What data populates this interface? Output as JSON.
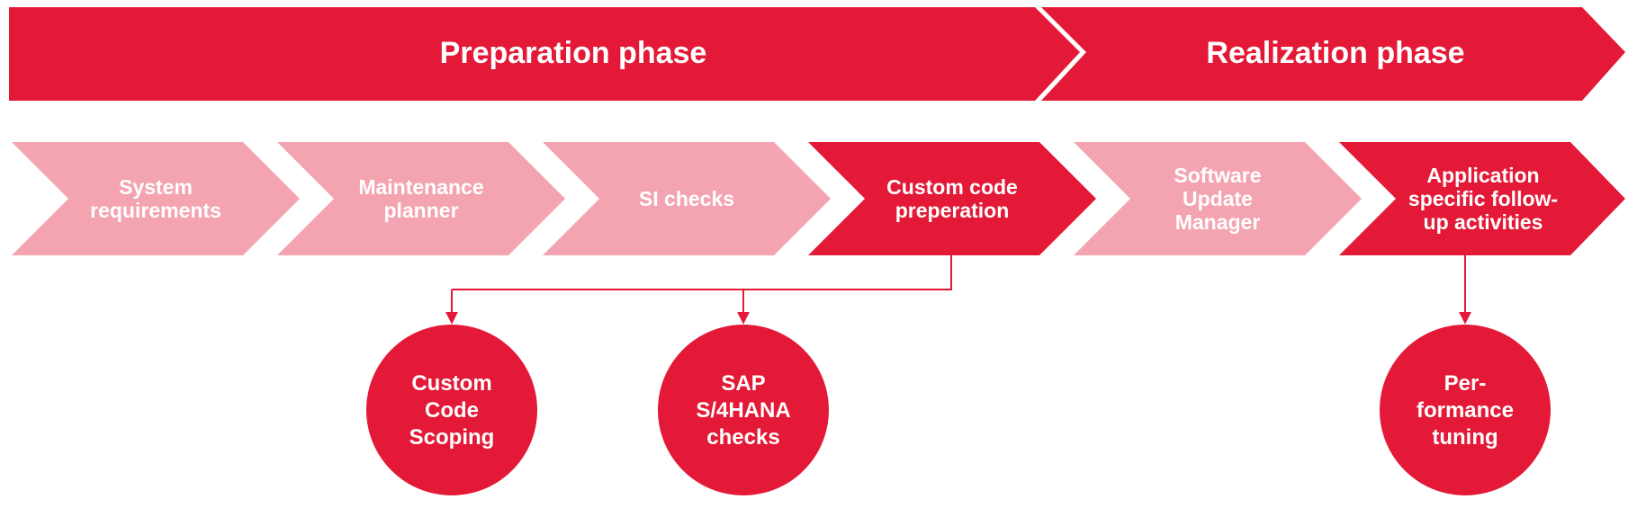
{
  "colors": {
    "accent": "#E31937",
    "light": "#F4A4B0",
    "text": "#FFFFFF"
  },
  "phases": [
    {
      "label": "Preparation phase"
    },
    {
      "label": "Realization phase"
    }
  ],
  "steps": [
    {
      "lines": [
        "System",
        "requirements"
      ],
      "style": "light"
    },
    {
      "lines": [
        "Maintenance",
        "planner"
      ],
      "style": "light"
    },
    {
      "lines": [
        "SI checks"
      ],
      "style": "light"
    },
    {
      "lines": [
        "Custom code",
        "preperation"
      ],
      "style": "accent"
    },
    {
      "lines": [
        "Software",
        "Update",
        "Manager"
      ],
      "style": "light"
    },
    {
      "lines": [
        "Application",
        "specific follow-",
        "up activities"
      ],
      "style": "accent"
    }
  ],
  "bubbles": [
    {
      "lines": [
        "Custom",
        "Code",
        "Scoping"
      ],
      "from_step": 3
    },
    {
      "lines": [
        "SAP",
        "S/4HANA",
        "checks"
      ],
      "from_step": 3
    },
    {
      "lines": [
        "Per-",
        "formance",
        "tuning"
      ],
      "from_step": 5
    }
  ]
}
